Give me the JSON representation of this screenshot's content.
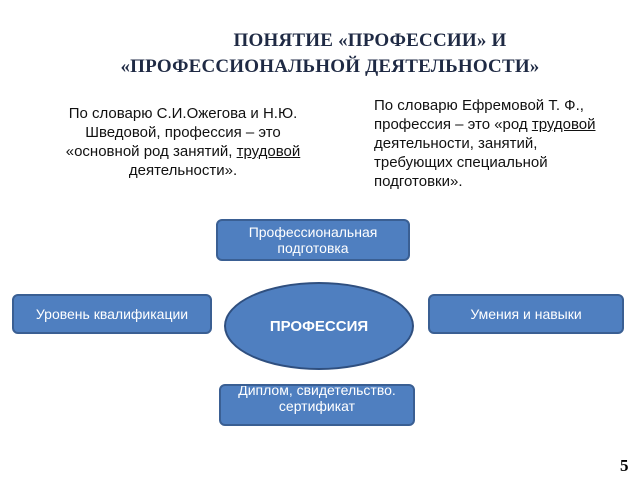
{
  "title": {
    "line1": "ПОНЯТИЕ «ПРОФЕССИИ» И",
    "line2": "«ПРОФЕССИОНАЛЬНОЙ ДЕЯТЕЛЬНОСТИ»"
  },
  "definitions": {
    "left": {
      "before": "По словарю С.И.Ожегова и Н.Ю. Шведовой, профессия – это «основной род занятий, ",
      "underlined": "трудовой",
      "after": " деятельности»."
    },
    "right": {
      "before": "По словарю Ефремовой Т. Ф., профессия – это «род ",
      "underlined": "трудовой",
      "after": " деятельности, занятий, требующих специальной подготовки»."
    }
  },
  "diagram": {
    "center": "ПРОФЕССИЯ",
    "top": "Профессиональная подготовка",
    "left": "Уровень квалификации",
    "right": "Умения и навыки",
    "bottom": "Диплом, свидетельство. сертификат"
  },
  "page_number": "5"
}
